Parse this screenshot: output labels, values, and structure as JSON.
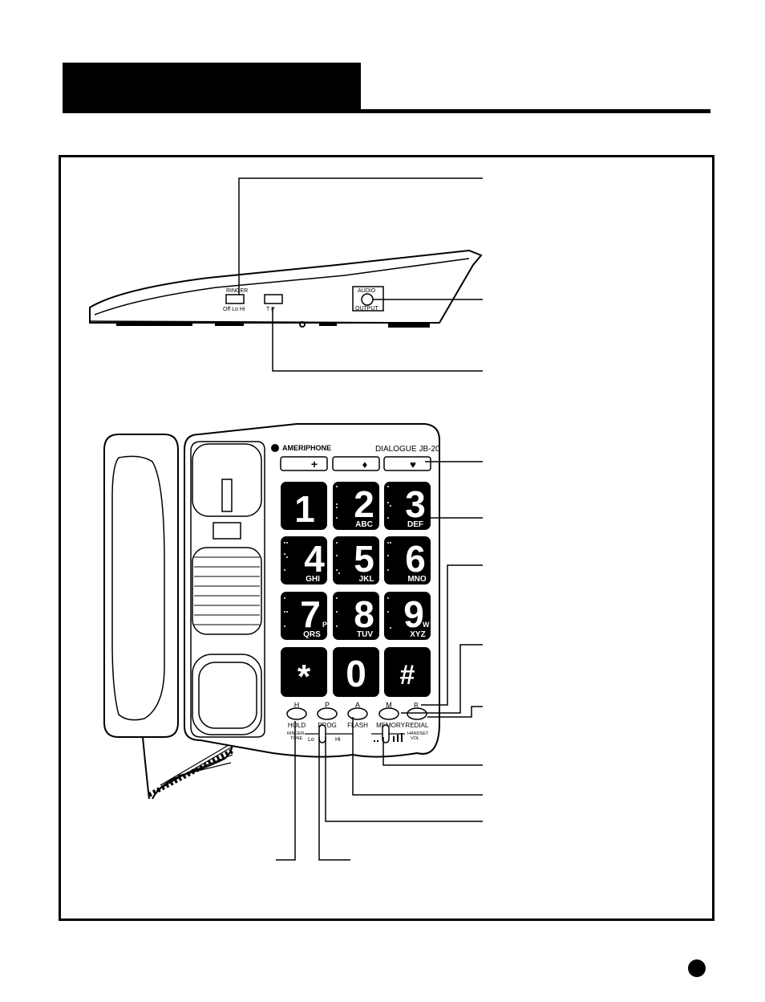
{
  "side_view": {
    "ringer_title": "RINGER",
    "ringer_settings": "Off  Lo  Hi",
    "dial_mode": "T     P",
    "audio_top": "AUDIO",
    "audio_bottom": "OUTPUT"
  },
  "phone": {
    "brand": "AMERIPHONE",
    "model": "DIALOGUE  JB-20",
    "memory_keys": [
      "+",
      "♦",
      "♥"
    ],
    "keys": [
      {
        "digit": "1",
        "letters": ""
      },
      {
        "digit": "2",
        "letters": "ABC"
      },
      {
        "digit": "3",
        "letters": "DEF"
      },
      {
        "digit": "4",
        "letters": "GHI"
      },
      {
        "digit": "5",
        "letters": "JKL"
      },
      {
        "digit": "6",
        "letters": "MNO"
      },
      {
        "digit": "7",
        "letters": "QRS",
        "extra": "P"
      },
      {
        "digit": "8",
        "letters": "TUV"
      },
      {
        "digit": "9",
        "letters": "XYZ",
        "extra": "W"
      },
      {
        "digit": "*",
        "letters": ""
      },
      {
        "digit": "0",
        "letters": ""
      },
      {
        "digit": "#",
        "letters": ""
      }
    ],
    "function_letters": [
      "H",
      "P",
      "A",
      "M",
      "R"
    ],
    "function_labels": [
      "HOLD",
      "PROG",
      "FLASH",
      "MEMORY",
      "REDIAL"
    ],
    "ringer_tone_label_1": "RINGER",
    "ringer_tone_label_2": "TONE",
    "ringer_lo": "Lo",
    "ringer_hi": "Hi",
    "handset_vol_1": "HANDSET",
    "handset_vol_2": "VOL"
  }
}
